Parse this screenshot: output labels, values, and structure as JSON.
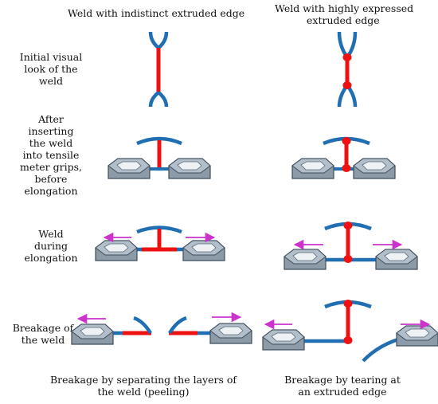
{
  "headers": {
    "left": "Weld with indistinct extruded edge",
    "right_line1": "Weld with highly expressed",
    "right_line2": "extruded edge"
  },
  "rows": {
    "r1": [
      "Initial visual",
      "look of the",
      "weld"
    ],
    "r2": [
      "After",
      "inserting",
      "the weld",
      "into tensile",
      "meter grips,",
      "before",
      "elongation"
    ],
    "r3": [
      "Weld",
      "during",
      "elongation"
    ],
    "r4": [
      "Breakage of",
      "the weld"
    ]
  },
  "captions": {
    "left": [
      "Breakage by separating the layers of",
      "the weld (peeling)"
    ],
    "right": [
      "Breakage by tearing at",
      "an extruded edge"
    ]
  },
  "colors": {
    "film": "#1f6fb2",
    "weld": "#ee1111",
    "arrow": "#cc33cc",
    "grip_fill": "#8d9ba8",
    "grip_edge": "#3e4d5c",
    "grip_light": "#dfe6ec"
  }
}
